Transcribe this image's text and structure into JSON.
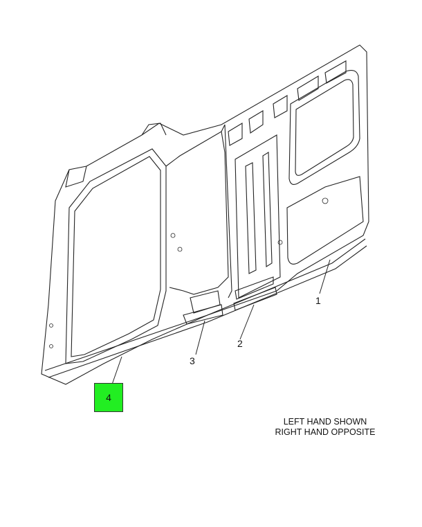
{
  "callouts": [
    {
      "label": "1"
    },
    {
      "label": "2"
    },
    {
      "label": "3"
    },
    {
      "label": "4",
      "highlighted": true
    }
  ],
  "note": {
    "line1": "LEFT HAND SHOWN",
    "line2": "RIGHT HAND OPPOSITE"
  },
  "colors": {
    "highlight": "#22ee22",
    "line": "#222222"
  }
}
